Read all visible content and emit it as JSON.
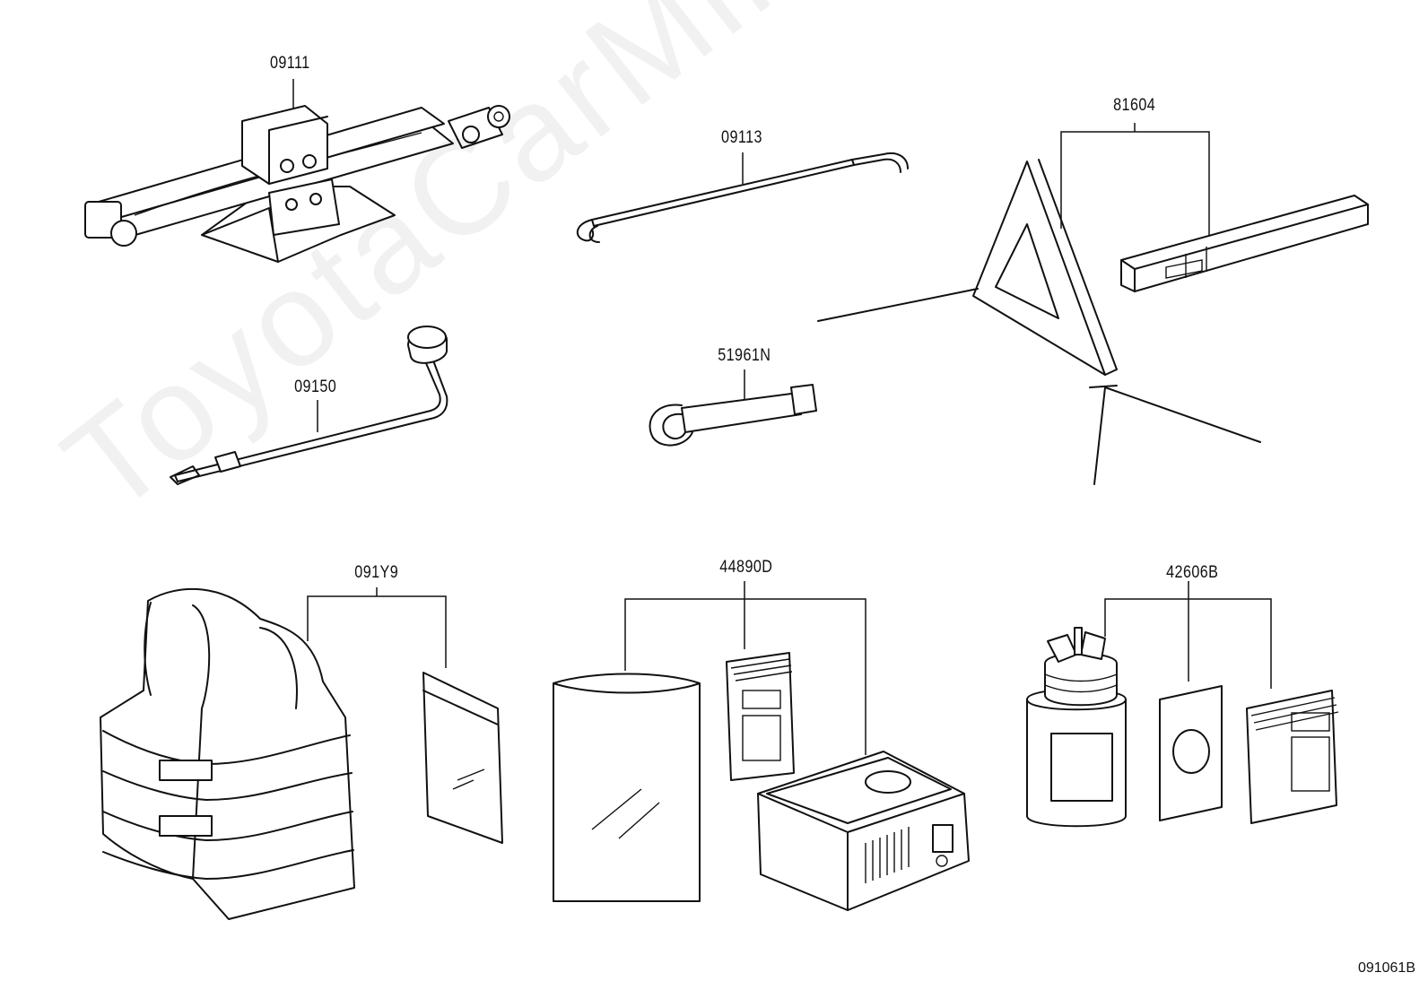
{
  "watermark": "ToyotaCarMine.ru",
  "figure_code": "091061B",
  "parts": [
    {
      "id": "jack",
      "code": "09111"
    },
    {
      "id": "jack-handle",
      "code": "09113"
    },
    {
      "id": "warning-triangle",
      "code": "81604"
    },
    {
      "id": "wheel-wrench",
      "code": "09150"
    },
    {
      "id": "towing-eye",
      "code": "51961N"
    },
    {
      "id": "safety-vest",
      "code": "091Y9"
    },
    {
      "id": "tire-repair-kit",
      "code": "44890D"
    },
    {
      "id": "sealant-bottle",
      "code": "42606B"
    }
  ]
}
